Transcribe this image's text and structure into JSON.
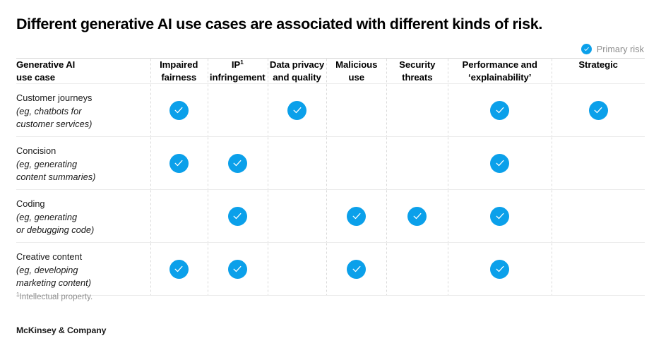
{
  "title": "Different generative AI use cases are associated with different kinds of risk.",
  "legend": {
    "icon": "check-circle-icon",
    "label": "Primary risk"
  },
  "colors": {
    "primary_blue": "#0BA0EA",
    "row_divider": "#ececec",
    "header_divider": "#d6d6d6",
    "column_dash": "#d9d9d9",
    "muted_text": "#8c8c8c"
  },
  "table": {
    "row_header_label": "Generative AI\nuse case",
    "row_header_line1": "Generative AI",
    "row_header_line2": "use case",
    "columns": [
      {
        "id": "impaired-fairness",
        "line1": "Impaired",
        "line2": "fairness",
        "footnote_marker": ""
      },
      {
        "id": "ip-infringement",
        "line1": "IP",
        "line2": "infringement",
        "footnote_marker": "1"
      },
      {
        "id": "data-privacy-and-quality",
        "line1": "Data privacy",
        "line2": "and quality",
        "footnote_marker": ""
      },
      {
        "id": "malicious-use",
        "line1": "Malicious",
        "line2": "use",
        "footnote_marker": ""
      },
      {
        "id": "security-threats",
        "line1": "Security",
        "line2": "threats",
        "footnote_marker": ""
      },
      {
        "id": "performance-and-explainability",
        "line1": "Performance and",
        "line2": "‘explainability’",
        "footnote_marker": ""
      },
      {
        "id": "strategic",
        "line1": "Strategic",
        "line2": "",
        "footnote_marker": ""
      }
    ],
    "rows": [
      {
        "id": "customer-journeys",
        "name": "Customer journeys",
        "example_line1": "(eg, chatbots for",
        "example_line2": "customer services)",
        "marks": [
          true,
          false,
          true,
          false,
          false,
          true,
          true
        ]
      },
      {
        "id": "concision",
        "name": "Concision",
        "example_line1": "(eg, generating",
        "example_line2": "content summaries)",
        "marks": [
          true,
          true,
          false,
          false,
          false,
          true,
          false
        ]
      },
      {
        "id": "coding",
        "name": "Coding",
        "example_line1": "(eg, generating",
        "example_line2": "or debugging code)",
        "marks": [
          false,
          true,
          false,
          true,
          true,
          true,
          false
        ]
      },
      {
        "id": "creative-content",
        "name": "Creative content",
        "example_line1": "(eg, developing",
        "example_line2": "marketing content)",
        "marks": [
          true,
          true,
          false,
          true,
          false,
          true,
          false
        ]
      }
    ]
  },
  "footnote": {
    "marker": "1",
    "text": "Intellectual property."
  },
  "source": "McKinsey & Company"
}
